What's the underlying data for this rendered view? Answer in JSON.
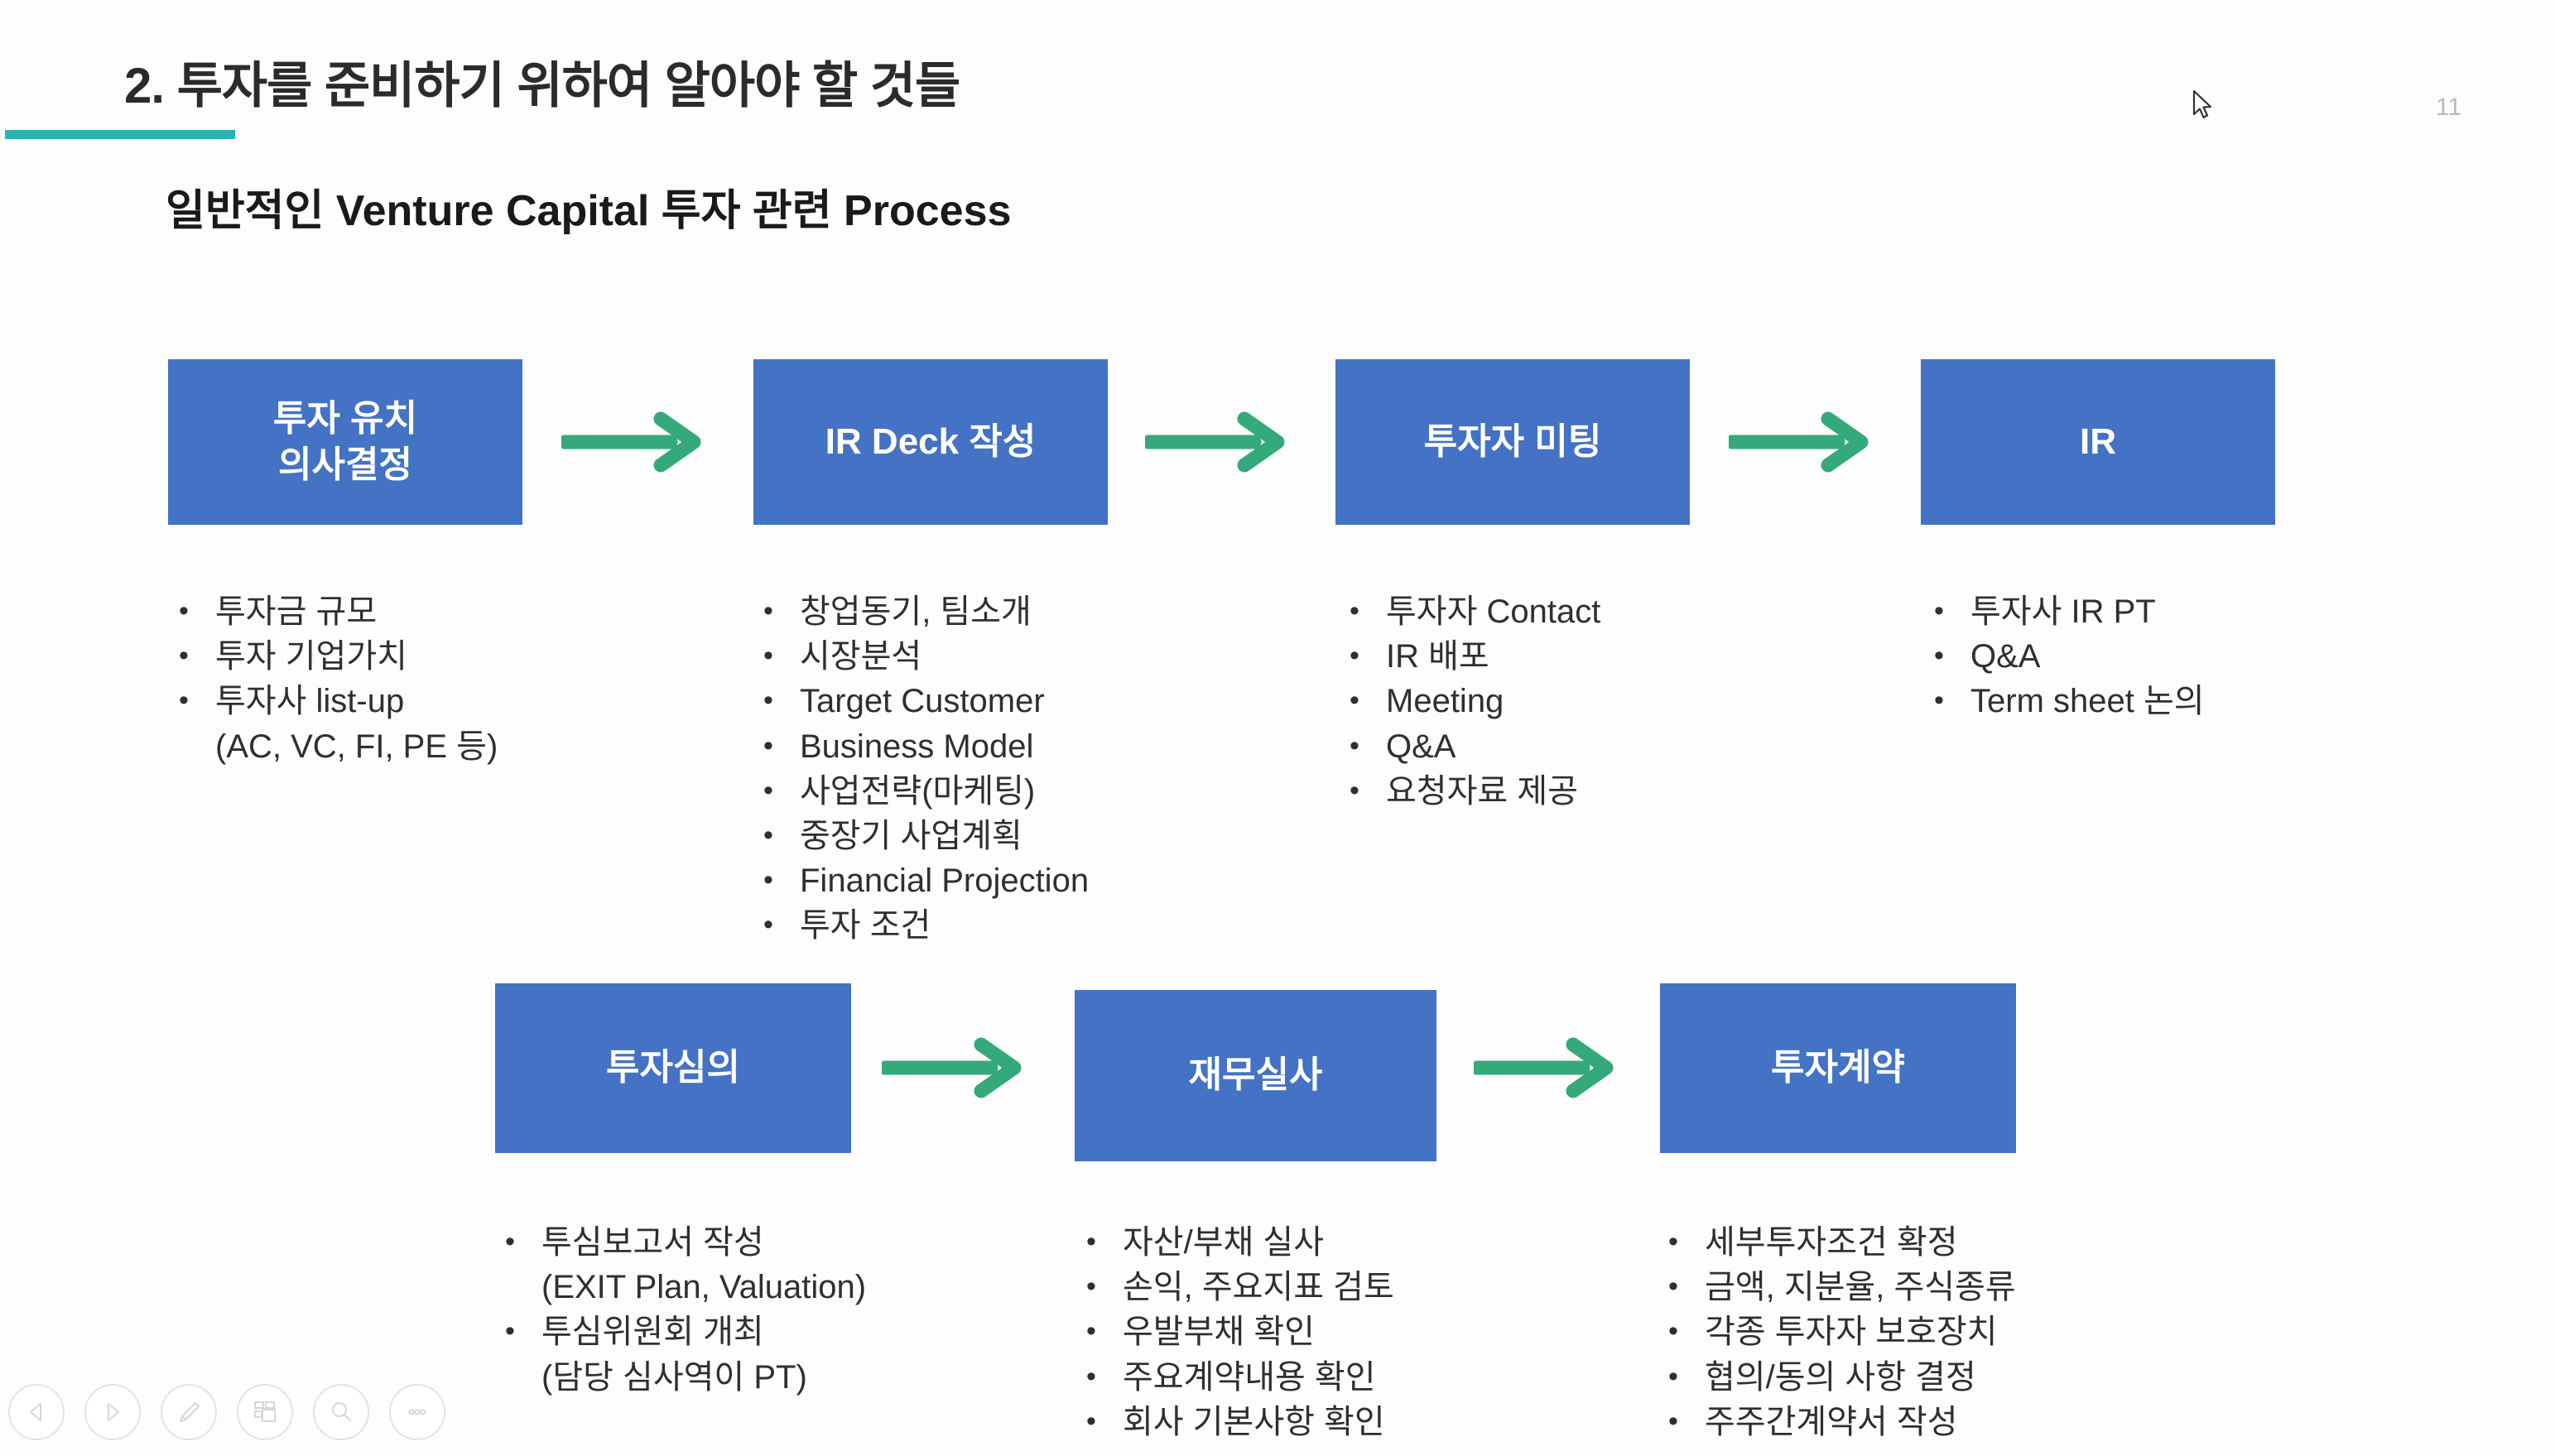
{
  "header": {
    "title": "2. 투자를 준비하기 위하여 알아야 할 것들",
    "page_number": "11",
    "rule_color": "#2ab3b0"
  },
  "subtitle": "일반적인 Venture Capital 투자 관련 Process",
  "theme": {
    "box_fill": "#4472C4",
    "box_text": "#ffffff",
    "arrow_color": "#34a97a",
    "body_text": "#2f2f2f"
  },
  "process": {
    "row1": {
      "boxes": [
        {
          "label": "투자 유치\n의사결정"
        },
        {
          "label": "IR Deck 작성"
        },
        {
          "label": "투자자 미팅"
        },
        {
          "label": "IR"
        }
      ],
      "columns": [
        {
          "items": [
            {
              "text": "투자금 규모"
            },
            {
              "text": "투자 기업가치"
            },
            {
              "text": "투자사 list-up",
              "cont": "(AC, VC, FI, PE 등)"
            }
          ]
        },
        {
          "items": [
            {
              "text": "창업동기, 팀소개"
            },
            {
              "text": "시장분석"
            },
            {
              "text": "Target Customer"
            },
            {
              "text": "Business Model"
            },
            {
              "text": "사업전략(마케팅)"
            },
            {
              "text": "중장기 사업계획"
            },
            {
              "text": "Financial Projection"
            },
            {
              "text": "투자 조건"
            }
          ]
        },
        {
          "items": [
            {
              "text": "투자자 Contact"
            },
            {
              "text": "IR 배포"
            },
            {
              "text": "Meeting"
            },
            {
              "text": "Q&A"
            },
            {
              "text": "요청자료 제공"
            }
          ]
        },
        {
          "items": [
            {
              "text": "투자사 IR PT"
            },
            {
              "text": "Q&A"
            },
            {
              "text": "Term sheet 논의"
            }
          ]
        }
      ]
    },
    "row2": {
      "boxes": [
        {
          "label": "투자심의"
        },
        {
          "label": "재무실사"
        },
        {
          "label": "투자계약"
        }
      ],
      "columns": [
        {
          "items": [
            {
              "text": "투심보고서 작성",
              "cont": "(EXIT Plan, Valuation)"
            },
            {
              "text": "투심위원회 개최",
              "cont": "(담당 심사역이 PT)"
            }
          ]
        },
        {
          "items": [
            {
              "text": "자산/부채 실사"
            },
            {
              "text": "손익, 주요지표 검토"
            },
            {
              "text": "우발부채 확인"
            },
            {
              "text": "주요계약내용 확인"
            },
            {
              "text": "회사 기본사항 확인"
            }
          ]
        },
        {
          "items": [
            {
              "text": "세부투자조건 확정"
            },
            {
              "text": "금액, 지분율, 주식종류"
            },
            {
              "text": "각종 투자자 보호장치"
            },
            {
              "text": "협의/동의 사항 결정"
            },
            {
              "text": "주주간계약서 작성"
            }
          ]
        }
      ]
    }
  },
  "toolbar": {
    "buttons": [
      {
        "name": "previous-slide-button",
        "icon": "triangle-left-icon"
      },
      {
        "name": "next-slide-button",
        "icon": "triangle-right-icon"
      },
      {
        "name": "pen-tool-button",
        "icon": "pen-icon"
      },
      {
        "name": "slide-overview-button",
        "icon": "grid-slides-icon"
      },
      {
        "name": "zoom-button",
        "icon": "magnifier-icon"
      },
      {
        "name": "more-options-button",
        "icon": "ellipsis-icon"
      }
    ]
  }
}
